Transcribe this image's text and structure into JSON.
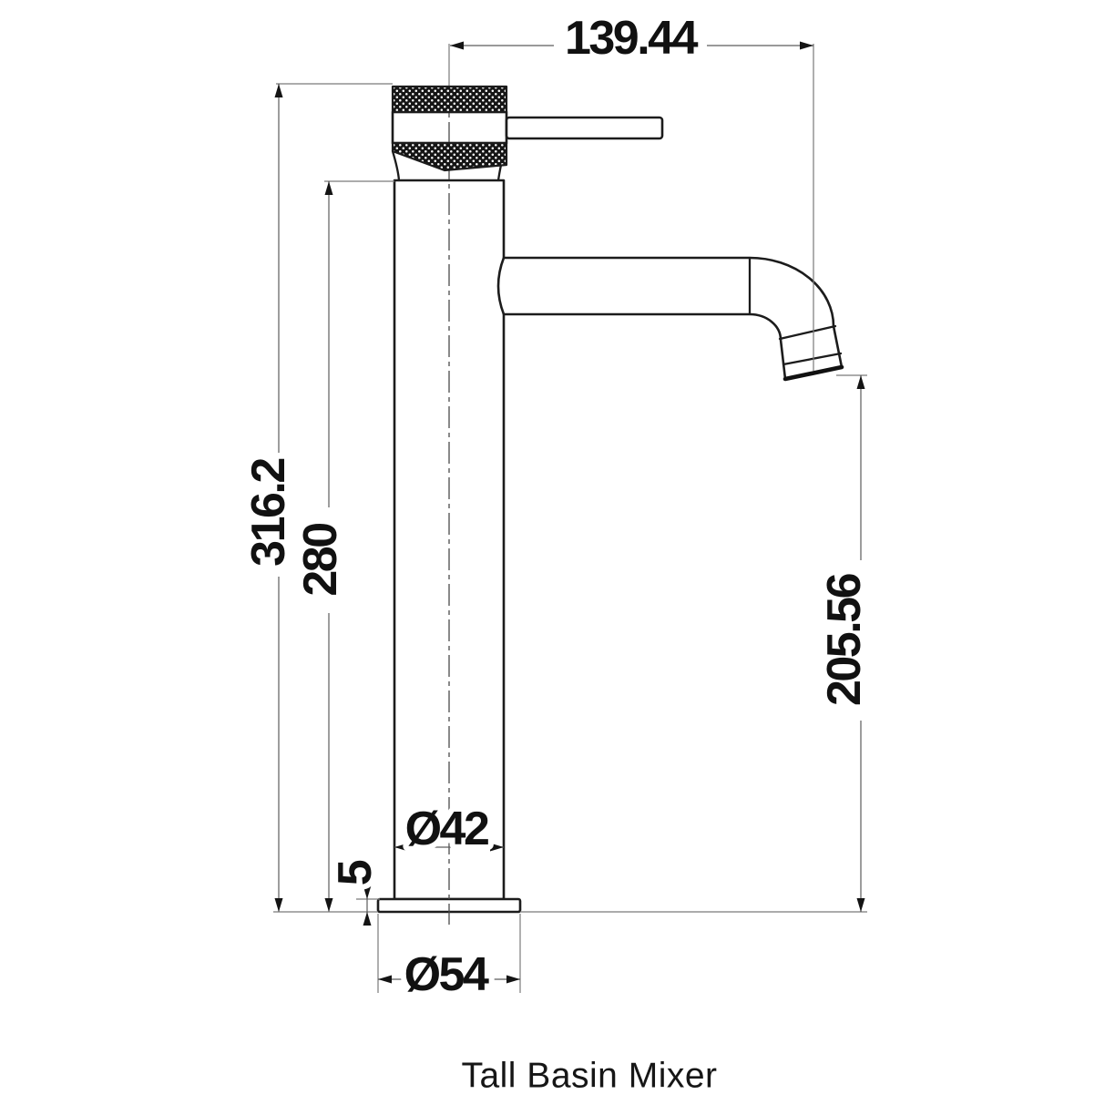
{
  "title": "Tall Basin Mixer",
  "drawing_type": "technical-dimension-drawing",
  "units": "mm",
  "dimensions": {
    "spout_reach": "139.44",
    "overall_height": "316.2",
    "body_height": "280",
    "spout_outlet_height": "205.56",
    "body_diameter": "Ø42",
    "base_height": "5",
    "base_diameter": "Ø54"
  },
  "colors": {
    "background": "#ffffff",
    "object_line": "#1c1c1c",
    "dimension_line": "#5c5c5c",
    "extension_line": "#7a7a7a",
    "text": "#111111"
  }
}
